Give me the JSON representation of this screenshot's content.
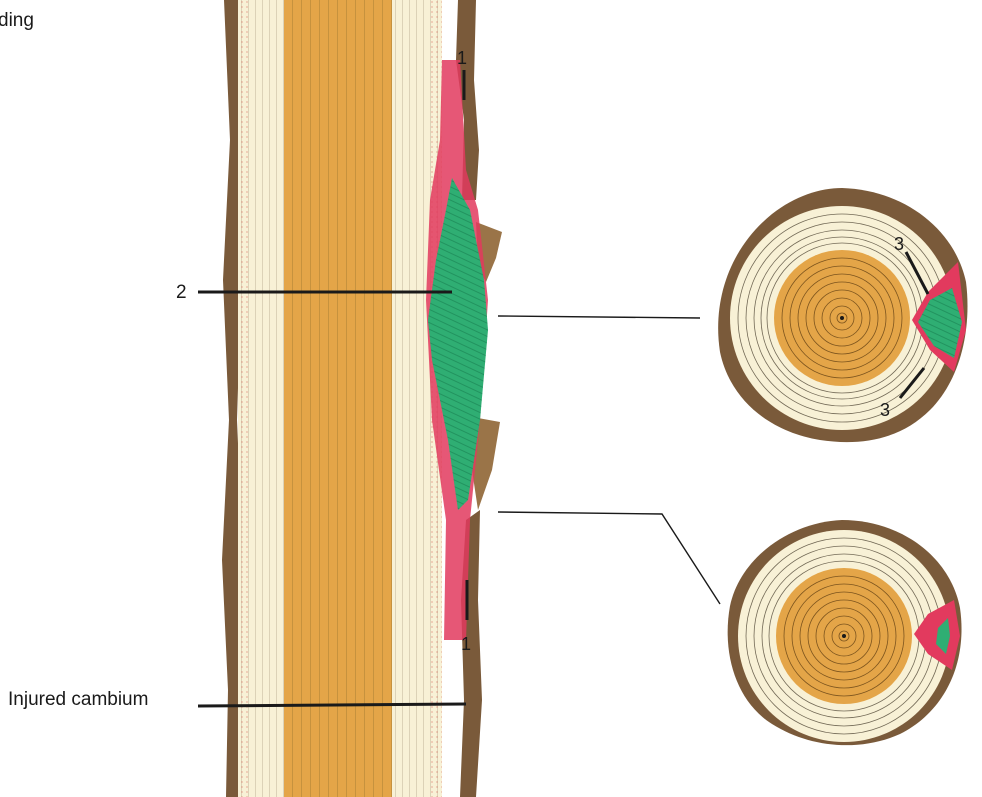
{
  "labels": {
    "corner_fragment": "ding",
    "callout_2": "2",
    "callout_1_top": "1",
    "callout_1_bottom": "1",
    "callout_3_top": "3",
    "callout_3_bottom": "3",
    "injured_cambium": "Injured cambium"
  },
  "colors": {
    "bark": "#7a5a3a",
    "heartwood": "#e4a548",
    "sapwood": "#f8f1d6",
    "callus_red": "#e23a5e",
    "new_wood_green": "#2fae73",
    "line": "#1a1a1a"
  }
}
